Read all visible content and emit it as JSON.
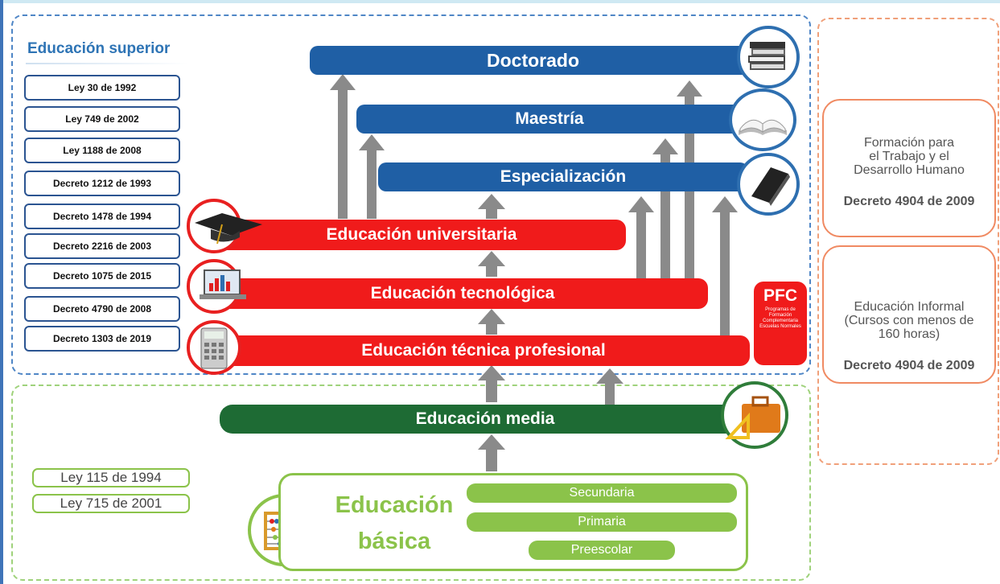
{
  "superior": {
    "title": "Educación superior",
    "laws": [
      "Ley 30 de 1992",
      "Ley 749 de 2002",
      "Ley 1188 de 2008",
      "Decreto 1212 de 1993",
      "Decreto 1478 de 1994",
      "Decreto 2216 de 2003",
      "Decreto 1075 de 2015",
      "Decreto 4790 de 2008",
      "Decreto 1303 de 2019"
    ]
  },
  "levels": {
    "doctorado": "Doctorado",
    "maestria": "Maestría",
    "especializacion": "Especialización",
    "universitaria": "Educación universitaria",
    "tecnologica": "Educación tecnológica",
    "tecnica": "Educación técnica profesional",
    "media": "Educación media"
  },
  "pfc": {
    "title": "PFC",
    "subtitle": "Programas de Formación Complementaria Escuelas Normales"
  },
  "right_panel": {
    "box1_text": "Formación para\nel Trabajo y el\nDesarrollo Humano",
    "box1_decree": "Decreto 4904 de 2009",
    "box2_text": "Educación Informal\n(Cursos con menos de\n160 horas)",
    "box2_decree": "Decreto 4904 de 2009"
  },
  "basic": {
    "laws": [
      "Ley 115 de 1994",
      "Ley 715 de 2001"
    ],
    "title_line1": "Educación",
    "title_line2": "básica",
    "stages": [
      "Secundaria",
      "Primaria",
      "Preescolar"
    ]
  },
  "icons": [
    "books-icon",
    "open-book-icon",
    "notebook-icon",
    "graduation-cap-icon",
    "laptop-chart-icon",
    "calculator-icon",
    "briefcase-icon",
    "abacus-icon"
  ],
  "colors": {
    "blue": "#1f5fa5",
    "red": "#f01b1b",
    "dark_green": "#1e6b34",
    "light_green": "#8bc34a",
    "orange": "#f08a62"
  }
}
